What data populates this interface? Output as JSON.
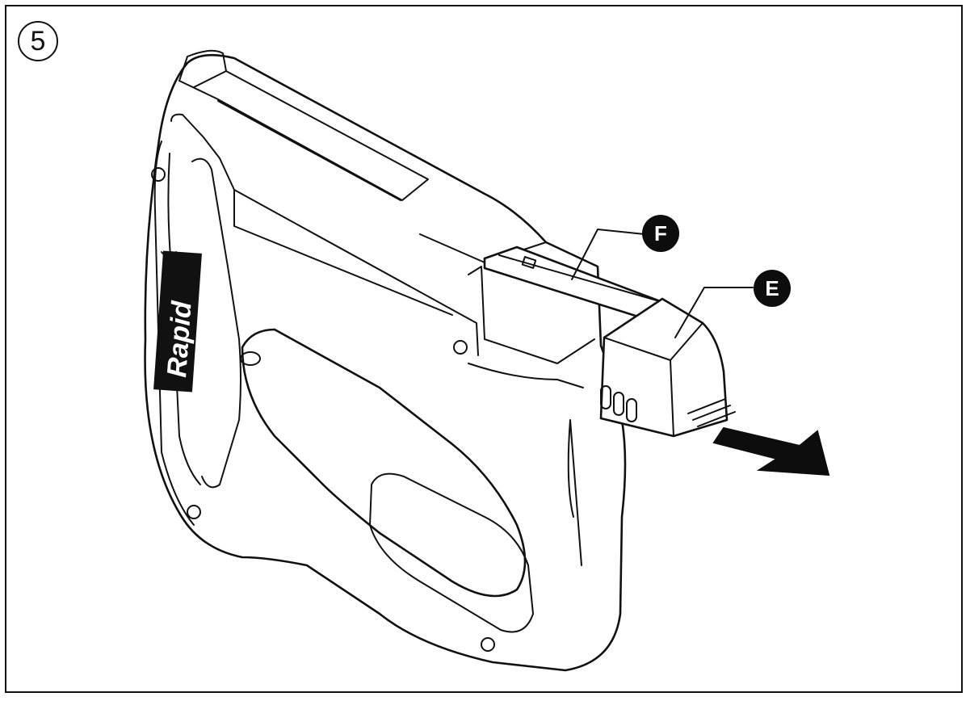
{
  "step": {
    "number": "5"
  },
  "callouts": {
    "f": "F",
    "e": "E"
  },
  "brand": {
    "logo_text": "Rapid"
  },
  "colors": {
    "line": "#111111",
    "background": "#ffffff",
    "callout_fill": "#0d0d0d"
  }
}
